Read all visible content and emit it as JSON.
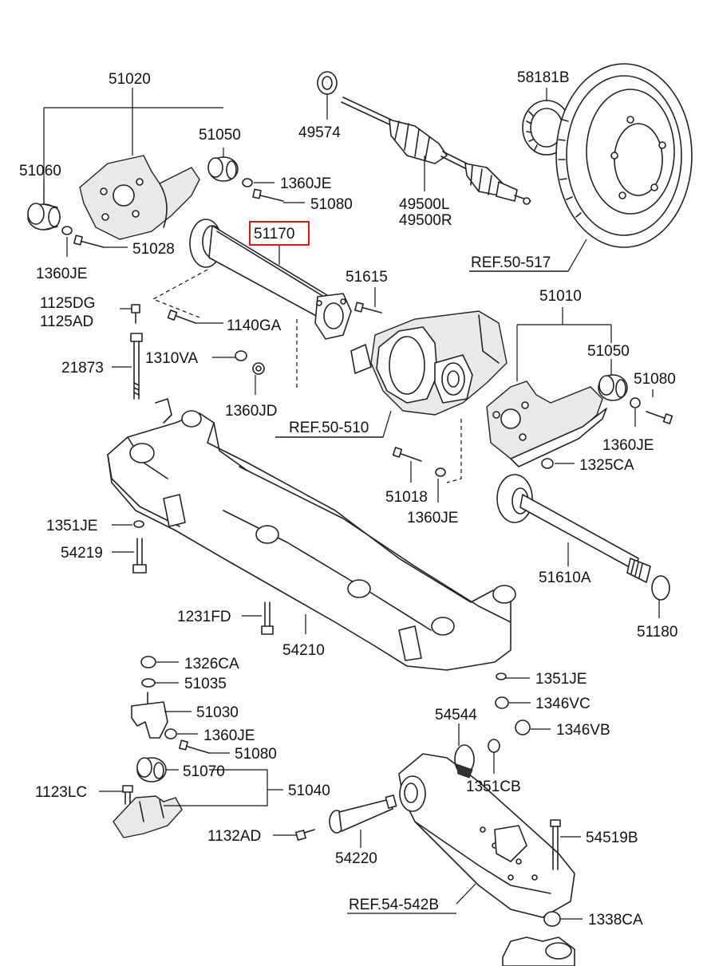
{
  "labels": {
    "p51020": "51020",
    "p51050a": "51050",
    "p51060": "51060",
    "p1360je_a": "1360JE",
    "p51080a": "51080",
    "p51028": "51028",
    "p1360je_b": "1360JE",
    "p49574": "49574",
    "p49500l": "49500L",
    "p49500r": "49500R",
    "p58181b": "58181B",
    "ref50517": "REF.50-517",
    "p51170": "51170",
    "p51615": "51615",
    "p1125dg": "1125DG",
    "p1125ad": "1125AD",
    "p1140ga": "1140GA",
    "p21873": "21873",
    "p1310va": "1310VA",
    "p1360jd": "1360JD",
    "ref50510": "REF.50-510",
    "p51010": "51010",
    "p51050b": "51050",
    "p51080b": "51080",
    "p1360je_c": "1360JE",
    "p1325ca": "1325CA",
    "p51018": "51018",
    "p1360je_d": "1360JE",
    "p1351je_a": "1351JE",
    "p54219": "54219",
    "p51610a": "51610A",
    "p51180": "51180",
    "p1231fd": "1231FD",
    "p54210": "54210",
    "p1326ca": "1326CA",
    "p51035": "51035",
    "p1351je_b": "1351JE",
    "p1346vc": "1346VC",
    "p51030": "51030",
    "p54544": "54544",
    "p1346vb": "1346VB",
    "p1360je_e": "1360JE",
    "p51080c": "51080",
    "p1351cb": "1351CB",
    "p51070": "51070",
    "p51040": "51040",
    "p1123lc": "1123LC",
    "p1132ad": "1132AD",
    "p54519b": "54519B",
    "p54220": "54220",
    "ref54542b": "REF.54-542B",
    "p1338ca": "1338CA"
  },
  "highlight_color": "#e01414"
}
